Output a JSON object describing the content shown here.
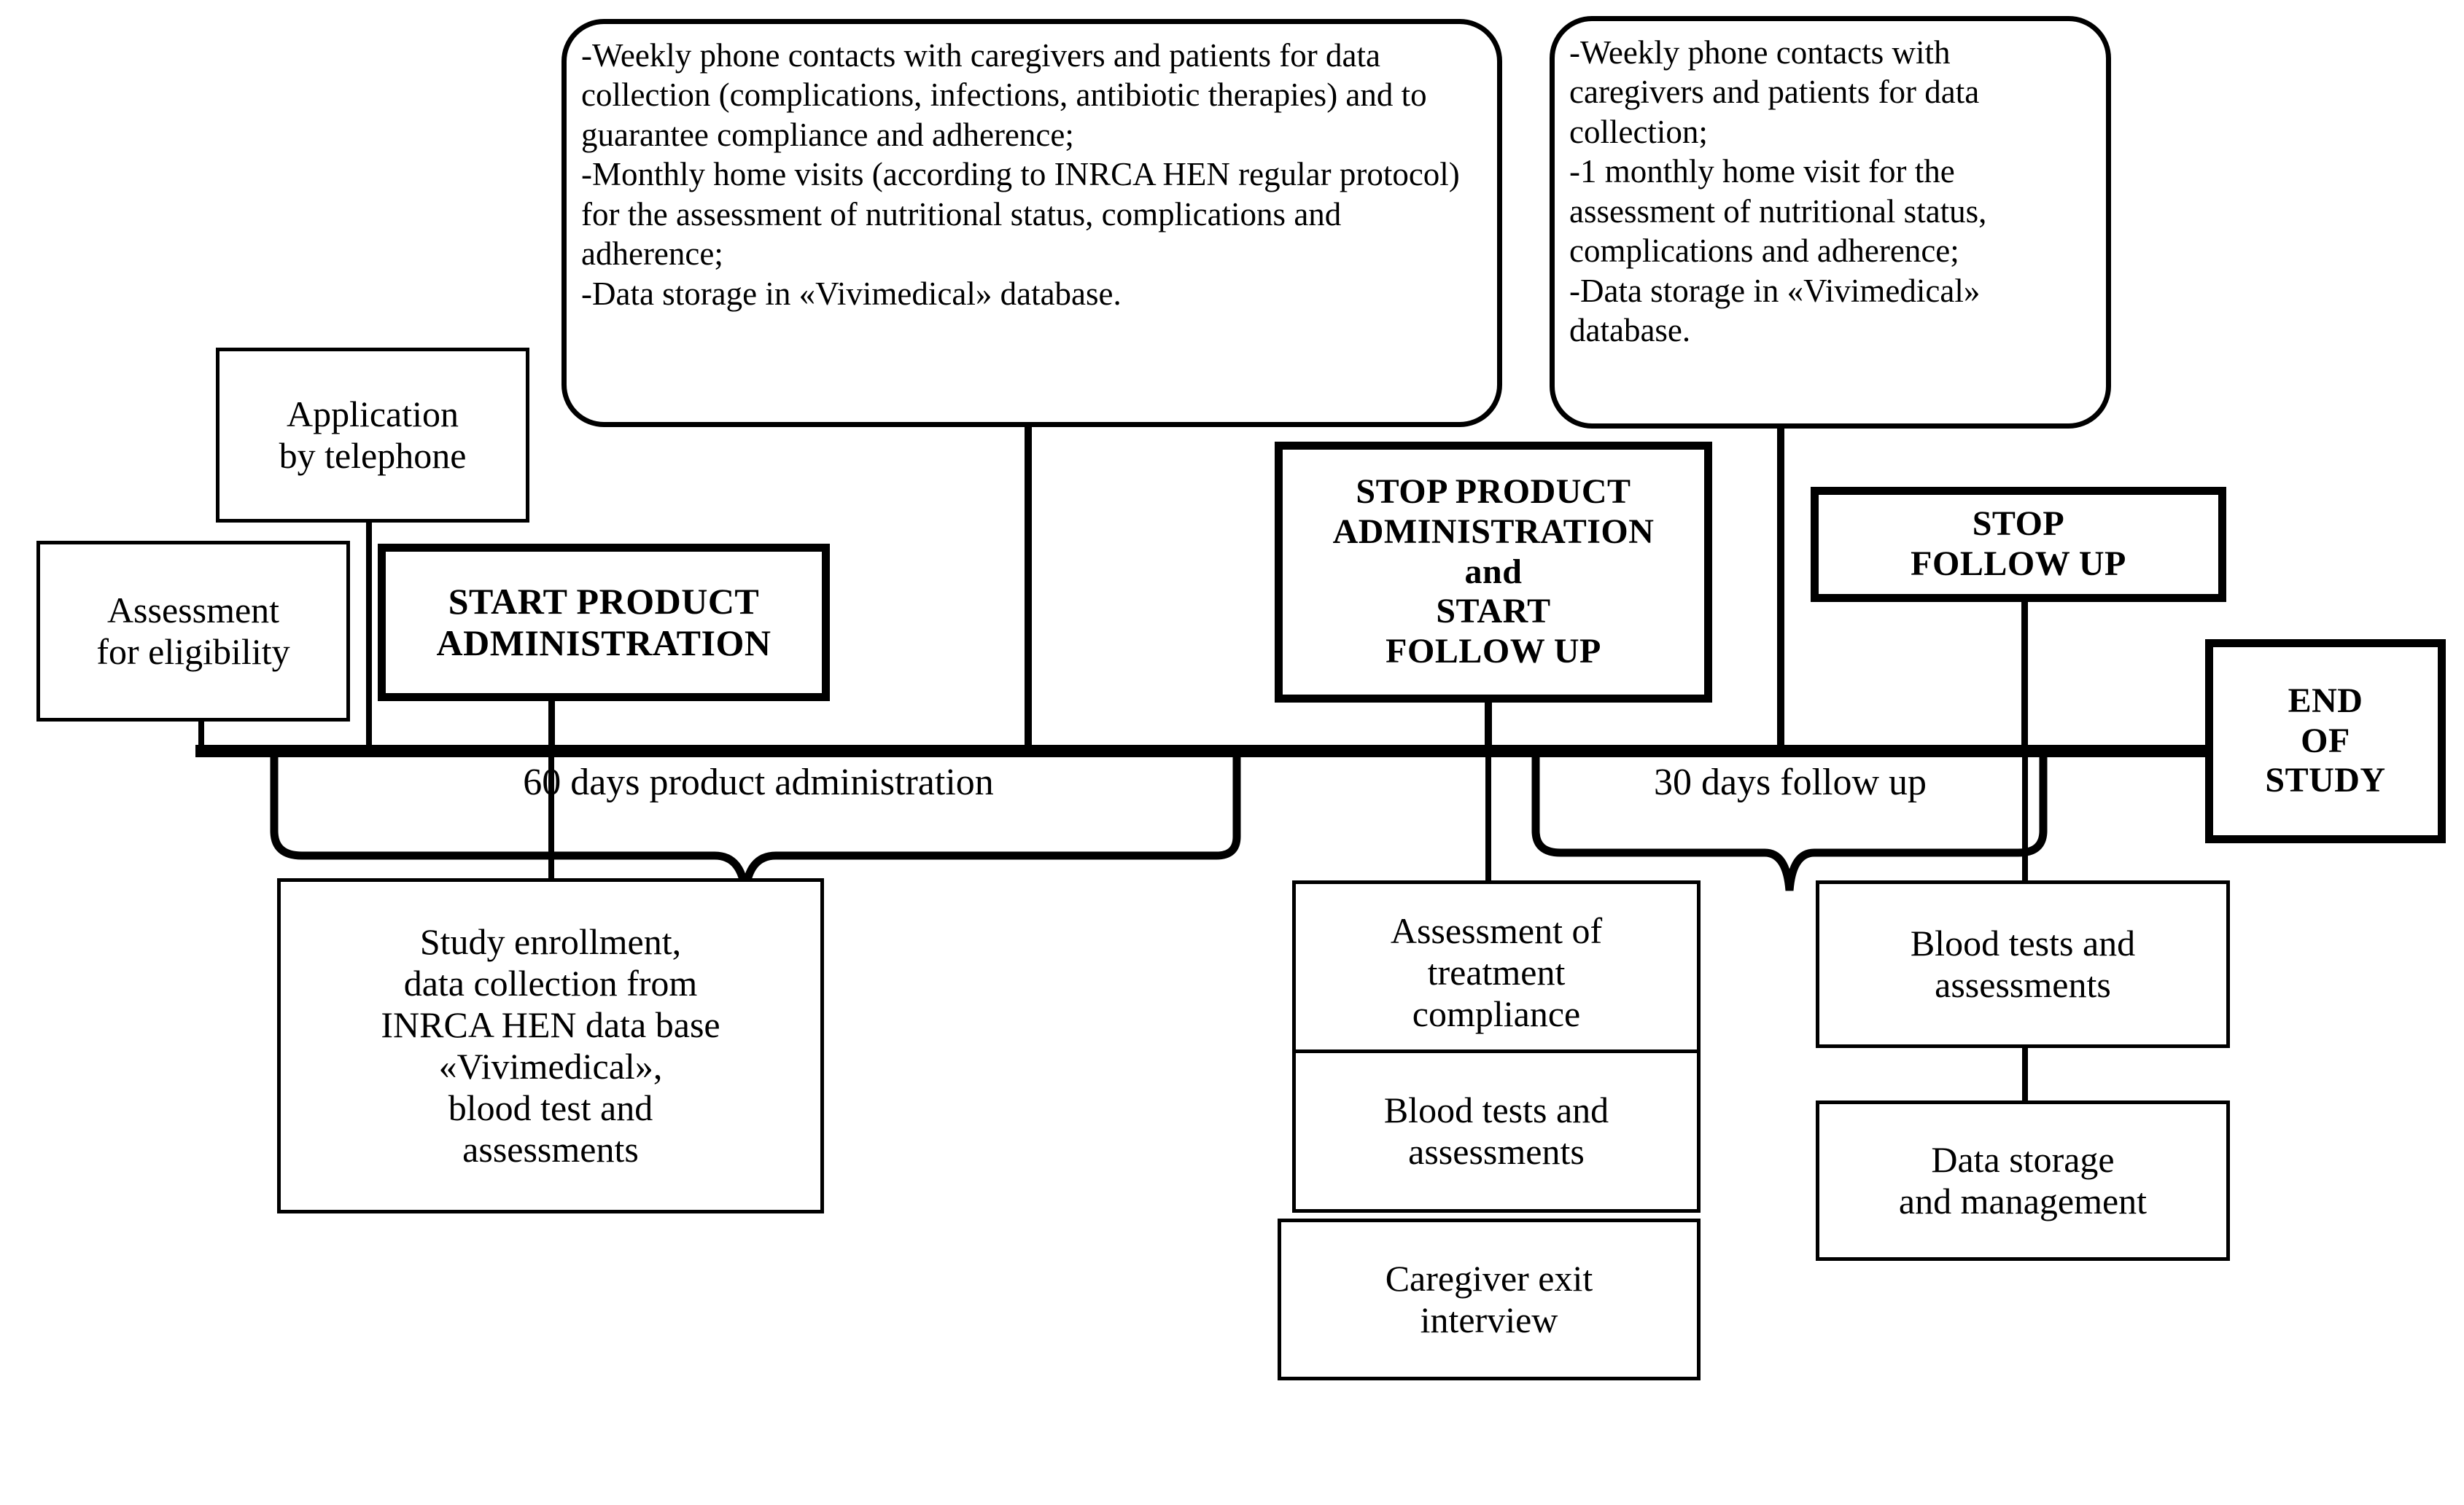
{
  "diagram": {
    "title": "Study flow chart",
    "callouts": [
      {
        "id": "callout-60day",
        "text": "-Weekly phone contacts with caregivers and patients for data collection (complications, infections, antibiotic therapies) and to guarantee compliance and adherence;\n-Monthly home visits (according to INRCA HEN regular protocol) for the assessment of nutritional status, complications and adherence;\n-Data storage in «Vivimedical» database."
      },
      {
        "id": "callout-30day",
        "text": "-Weekly phone contacts with caregivers and patients for data collection;\n-1 monthly home visit for the assessment of nutritional status, complications and adherence;\n-Data storage in «Vivimedical» database."
      }
    ],
    "boxes": {
      "application_by_telephone": "Application\nby telephone",
      "assessment_for_eligibility": "Assessment\nfor eligibility",
      "start_product_administration": "START PRODUCT\nADMINISTRATION",
      "stop_product_administration_start_follow_up": "STOP PRODUCT\nADMINISTRATION\nand\nSTART\nFOLLOW UP",
      "stop_follow_up": "STOP\nFOLLOW UP",
      "end_of_study": "END\nOF\nSTUDY",
      "study_enrollment": "Study enrollment,\ndata collection from\nINRCA HEN data base\n«Vivimedical»,\nblood test and\nassessments",
      "assessment_of_treatment_compliance": "Assessment of\ntreatment\ncompliance",
      "blood_tests_center": "Blood tests and\nassessments",
      "caregiver_exit_interview": "Caregiver exit\ninterview",
      "blood_tests_right": "Blood tests and\nassessments",
      "data_storage_and_management": "Data storage\nand management"
    },
    "timeline": {
      "period_1_label": "60 days product administration",
      "period_2_label": "30 days follow up"
    },
    "colors": {
      "ink": "#000000",
      "paper": "#ffffff"
    }
  }
}
